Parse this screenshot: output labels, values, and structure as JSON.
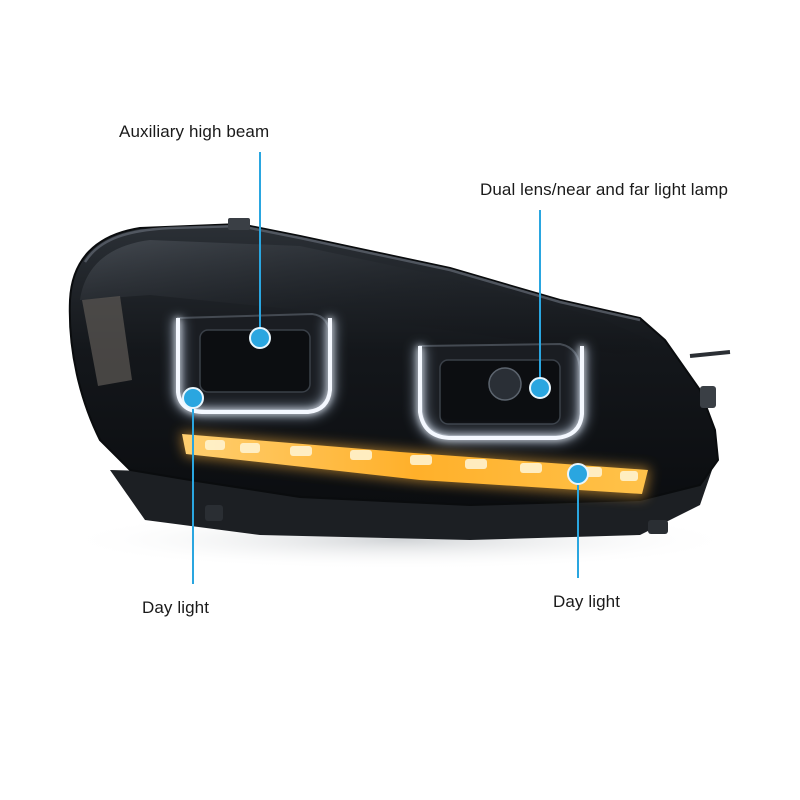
{
  "callouts": {
    "auxiliary_high_beam": "Auxiliary high beam",
    "dual_lens": "Dual lens/near and far light lamp",
    "day_light_left": "Day light",
    "day_light_right": "Day light"
  },
  "colors": {
    "callout_accent": "#2aa6e0",
    "housing": "#15181c",
    "drl_amber": "#ffb43a",
    "drl_white": "#f4f8ff",
    "background": "#ffffff"
  }
}
